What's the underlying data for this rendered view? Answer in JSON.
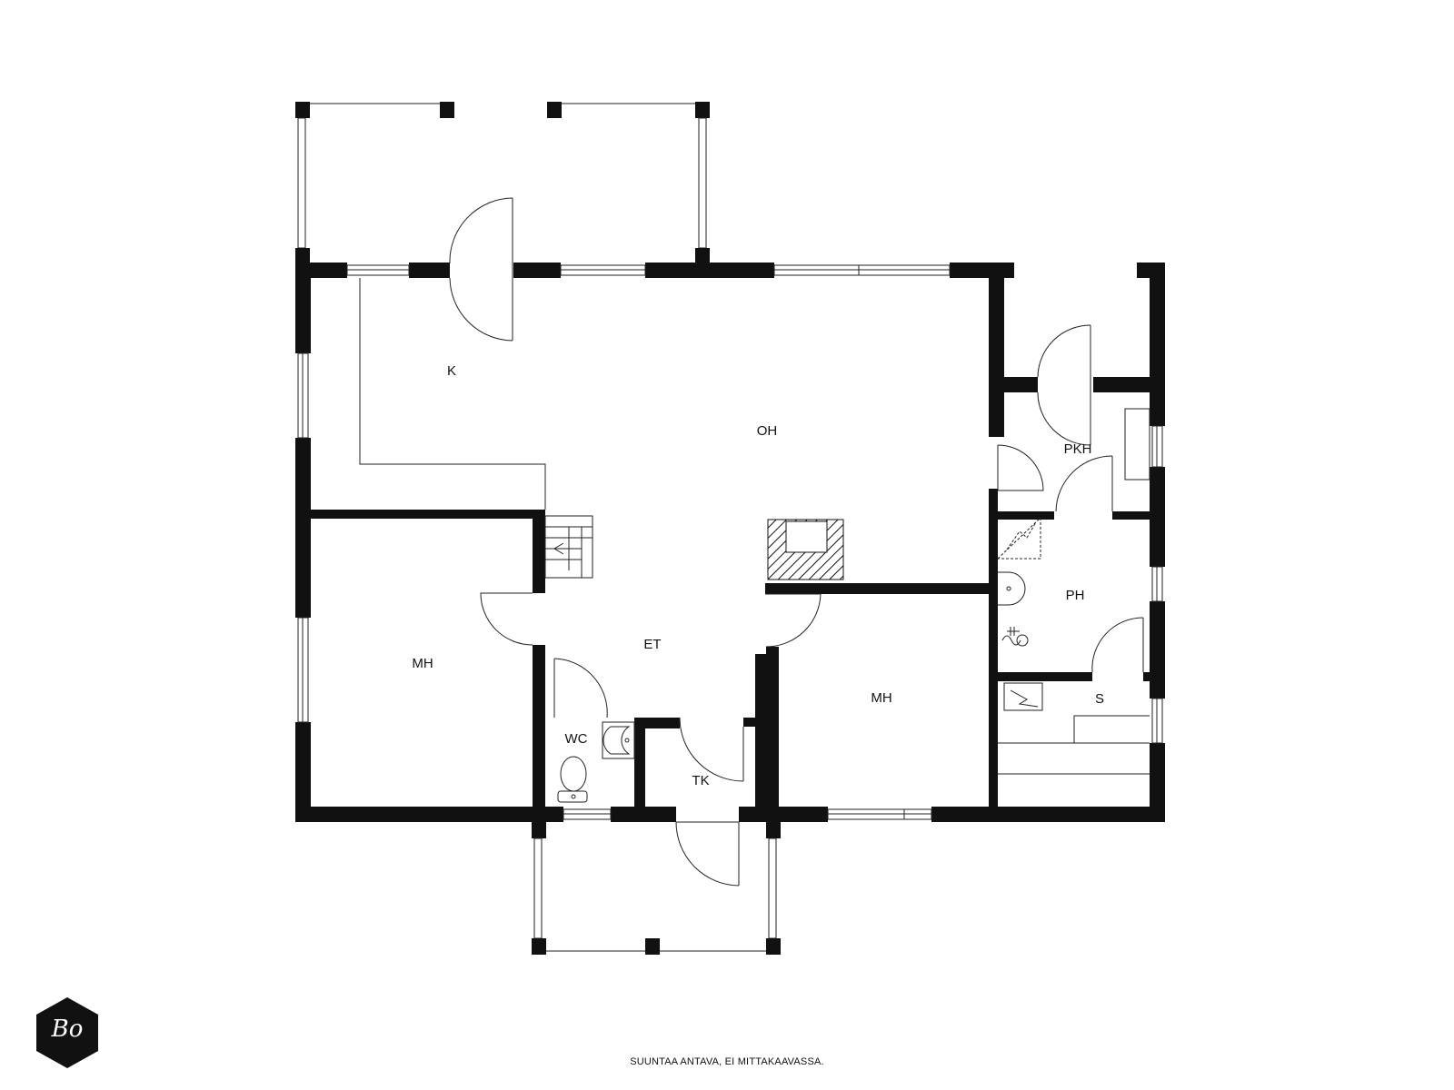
{
  "rooms": {
    "k": "K",
    "oh": "OH",
    "pkh": "PKH",
    "ph": "PH",
    "s": "S",
    "et": "ET",
    "mh_left": "MH",
    "mh_right": "MH",
    "wc": "WC",
    "tk": "TK"
  },
  "footer": {
    "note": "SUUNTAA ANTAVA, EI MITTAKAAVASSA."
  },
  "logo": {
    "text": "Bo",
    "icon": "hexagon-logo-icon"
  },
  "colors": {
    "wall": "#111111",
    "line": "#222222",
    "background": "#ffffff"
  }
}
